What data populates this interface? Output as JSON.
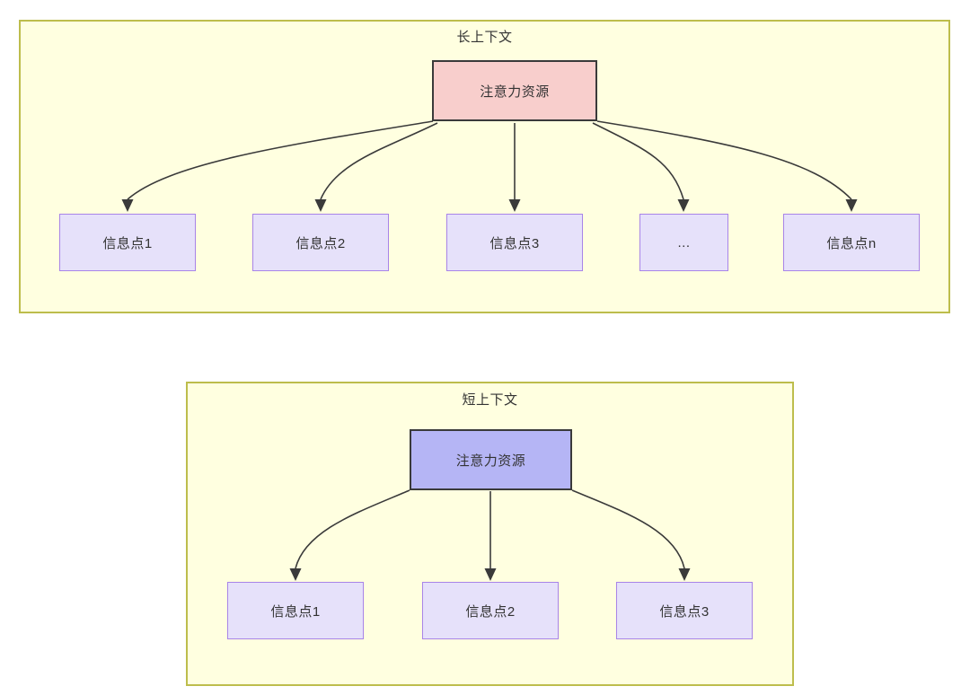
{
  "diagram": {
    "type": "attention-resource-allocation",
    "colors": {
      "panel_fill": "#FFFFE0",
      "panel_border": "#BDBD4C",
      "root_long_fill": "#F8CECC",
      "root_short_fill": "#B5B5F5",
      "root_border": "#3A3A3A",
      "info_fill": "#E6E1FA",
      "info_border": "#A884E8",
      "edge": "#3A3A3A",
      "text": "#333333"
    },
    "panels": [
      {
        "id": "long-context",
        "title": "长上下文",
        "root": {
          "label": "注意力资源"
        },
        "children": [
          {
            "label": "信息点1"
          },
          {
            "label": "信息点2"
          },
          {
            "label": "信息点3"
          },
          {
            "label": "..."
          },
          {
            "label": "信息点n"
          }
        ]
      },
      {
        "id": "short-context",
        "title": "短上下文",
        "root": {
          "label": "注意力资源"
        },
        "children": [
          {
            "label": "信息点1"
          },
          {
            "label": "信息点2"
          },
          {
            "label": "信息点3"
          }
        ]
      }
    ]
  }
}
